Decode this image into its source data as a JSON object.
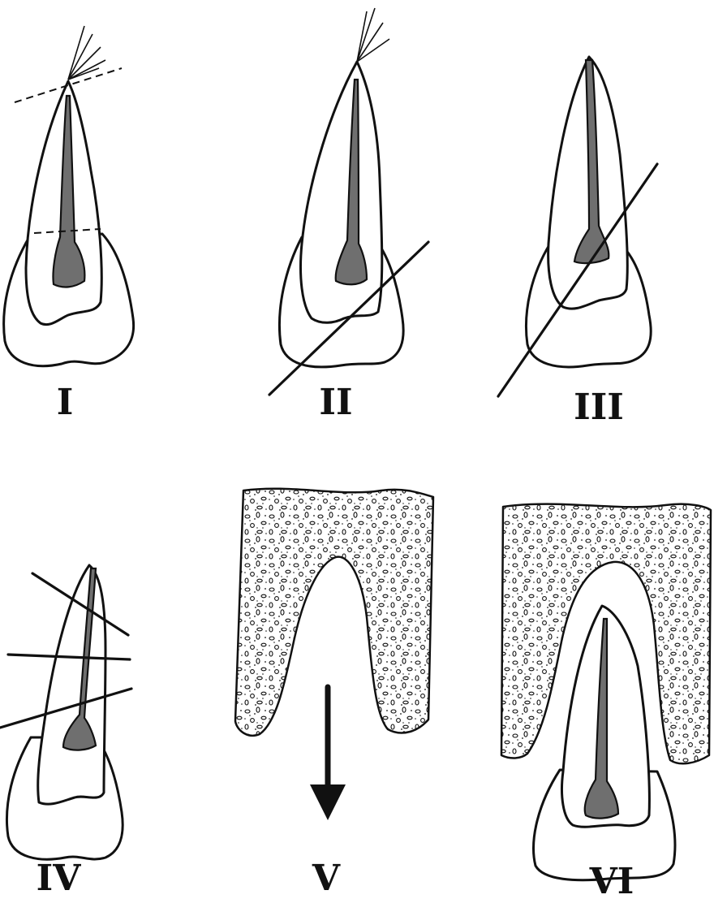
{
  "figure": {
    "panels": [
      {
        "label": "I"
      },
      {
        "label": "II"
      },
      {
        "label": "III"
      },
      {
        "label": "IV"
      },
      {
        "label": "V"
      },
      {
        "label": "VI"
      }
    ]
  },
  "colors": {
    "ink": "#111111",
    "paper": "#ffffff",
    "canal_fill": "#6f6f6f"
  }
}
